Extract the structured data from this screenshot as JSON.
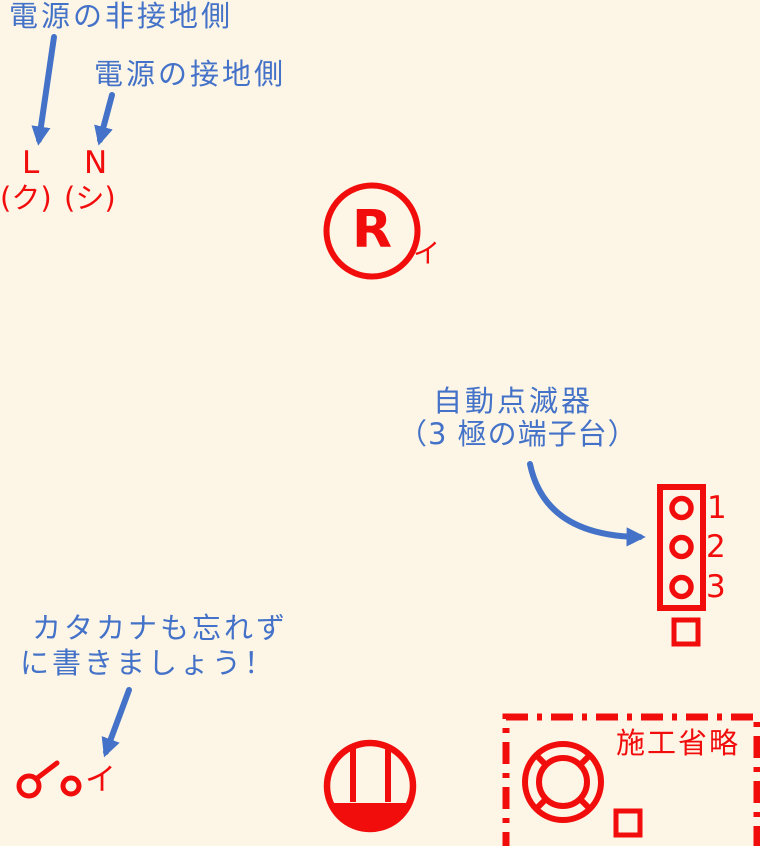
{
  "colors": {
    "background": "#fdf6e6",
    "red": "#f20d0d",
    "blue": "#4472c8"
  },
  "callouts": {
    "power_ungrounded": {
      "text": "電源の非接地側"
    },
    "power_grounded": {
      "text": "電源の接地側"
    },
    "auto_flasher": {
      "line1": "自動点滅器",
      "line2": "（3 極の端子台）"
    },
    "katakana_note": {
      "line1": "カタカナも忘れず",
      "line2": "に書きましょう！"
    }
  },
  "wires": {
    "live_label": "L",
    "live_katakana": "(ク)",
    "neutral_label": "N",
    "neutral_katakana": "(シ)"
  },
  "lamp_receptacle": {
    "letter": "R",
    "circuit_mark": "イ"
  },
  "terminal_block": {
    "terminals": [
      "1",
      "2",
      "3"
    ]
  },
  "switch": {
    "circuit_mark": "イ"
  },
  "omitted_box": {
    "label": "施工省略"
  }
}
